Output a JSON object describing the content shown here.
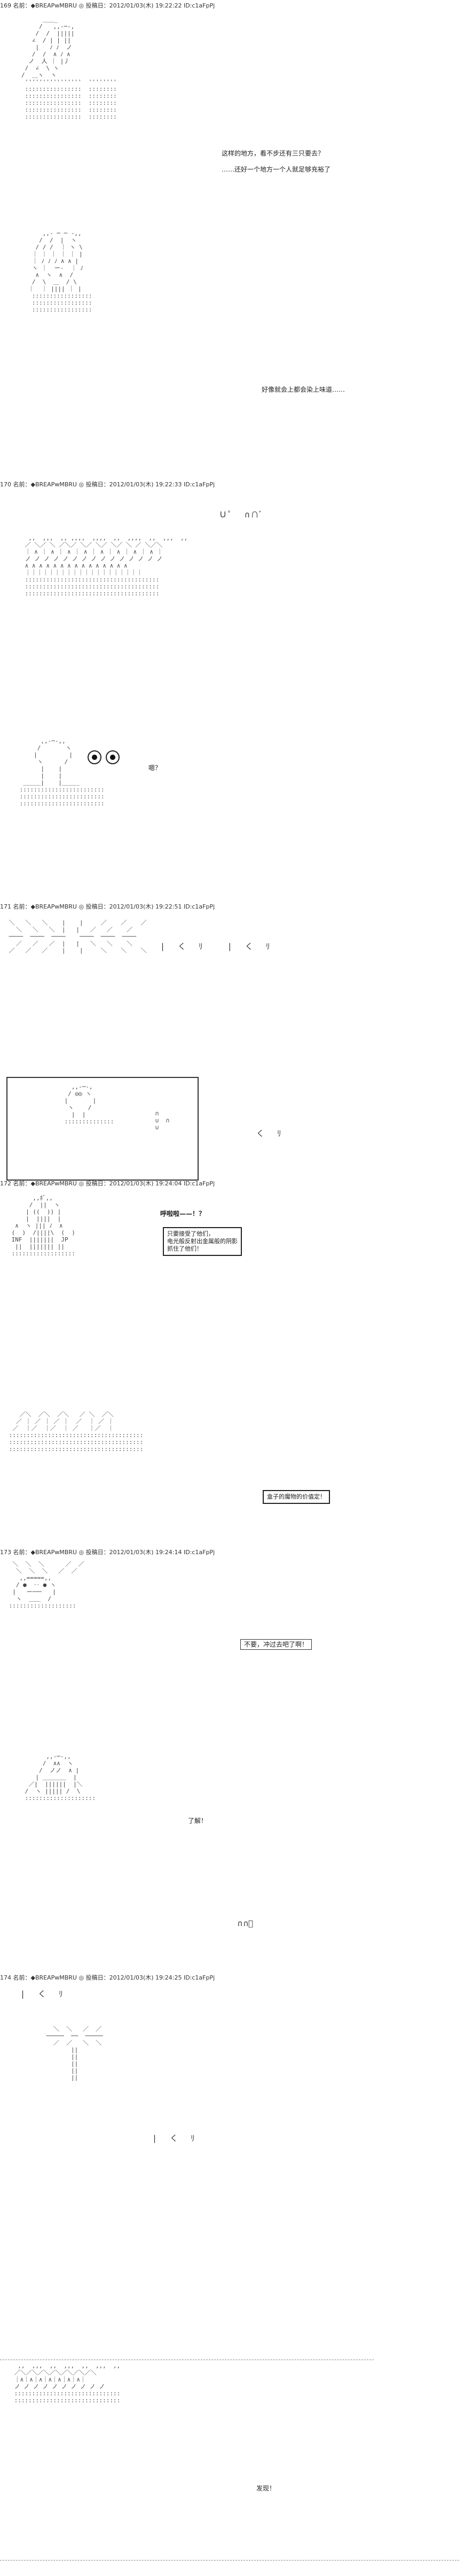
{
  "posts": [
    {
      "header": "169 名前：◆BREAPwMBRU ◎ 投稿日：2012/01/03(木) 19:22:22 ID:c1aFpPj"
    },
    {
      "header": "170 名前：◆BREAPwMBRU ◎ 投稿日：2012/01/03(木) 19:22:33 ID:c1aFpPj"
    },
    {
      "header": "171 名前：◆BREAPwMBRU ◎ 投稿日：2012/01/03(木) 19:22:51 ID:c1aFpPj"
    },
    {
      "header": "172 名前：◆BREAPwMBRU ◎ 投稿日：2012/01/03(木) 19:24:04 ID:c1aFpPj"
    },
    {
      "header": "173 名前：◆BREAPwMBRU ◎ 投稿日：2012/01/03(木) 19:24:14 ID:c1aFpPj"
    },
    {
      "header": "174 名前：◆BREAPwMBRU ◎ 投稿日：2012/01/03(木) 19:24:25 ID:c1aFpPj"
    }
  ],
  "dialogue": {
    "d1a": "这样的地方，看不步还有三只要去？",
    "d1b": "……还好一个地方一个人就足够充裕了",
    "d2": "好像就会上都会染上味道……",
    "d3": "嗯？",
    "d4": "呼啦啦——！？",
    "d4box1": "只要接受了他们，",
    "d4box2": "电光般反射出金属般的阴影",
    "d4box3": "抓住了他们！",
    "d5box": "盒子的魔物的价值定！",
    "d6": "不要，冲过去吧了啊！",
    "d7": "了解！",
    "d8": "发现！"
  },
  "sfx": {
    "s1": "Ｕﾟ  ∩∩ﾞ",
    "s2": "|  く  ﾘ    |  く  ﾘ",
    "s3": "く  ﾘ",
    "s4": "∩∩ﾞ",
    "s5": "|  く  ﾘ",
    "s6": "|  く  ﾘ"
  }
}
